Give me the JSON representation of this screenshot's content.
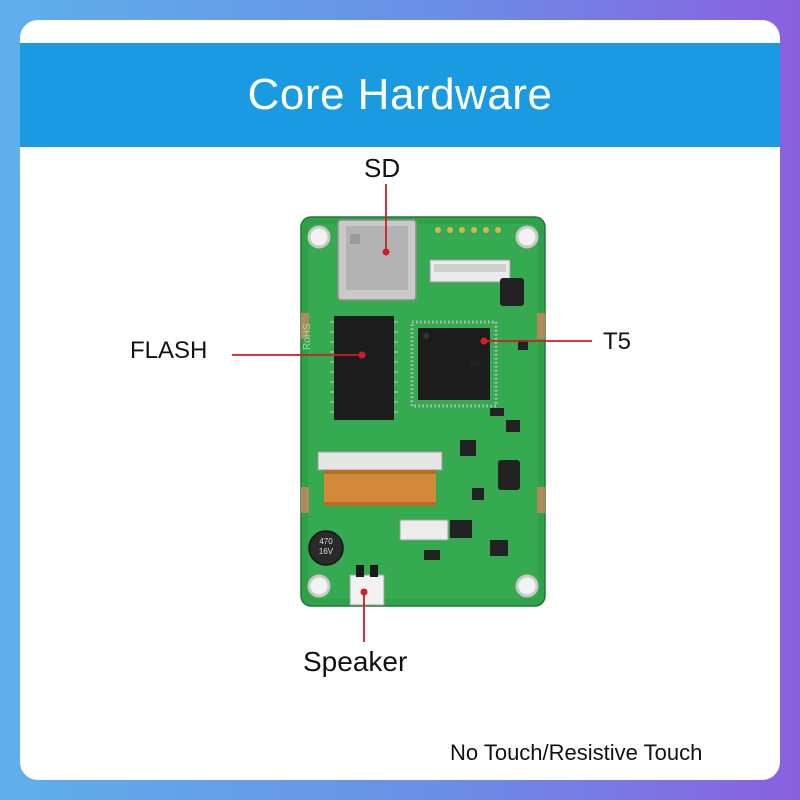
{
  "title": "Core Hardware",
  "labels": {
    "sd": "SD",
    "flash": "FLASH",
    "t5": "T5",
    "speaker": "Speaker"
  },
  "footer": "No Touch/Resistive Touch",
  "board_marks": {
    "capacitor": "470\n16V",
    "side_text": "RoHS"
  },
  "colors": {
    "background_left": "#5fb0ea",
    "background_right": "#8a60e0",
    "header": "#1a9ae0",
    "pcb": "#2fa14a",
    "pointer": "#d01d28"
  },
  "icons": [
    "board-photo",
    "callout-dot"
  ]
}
